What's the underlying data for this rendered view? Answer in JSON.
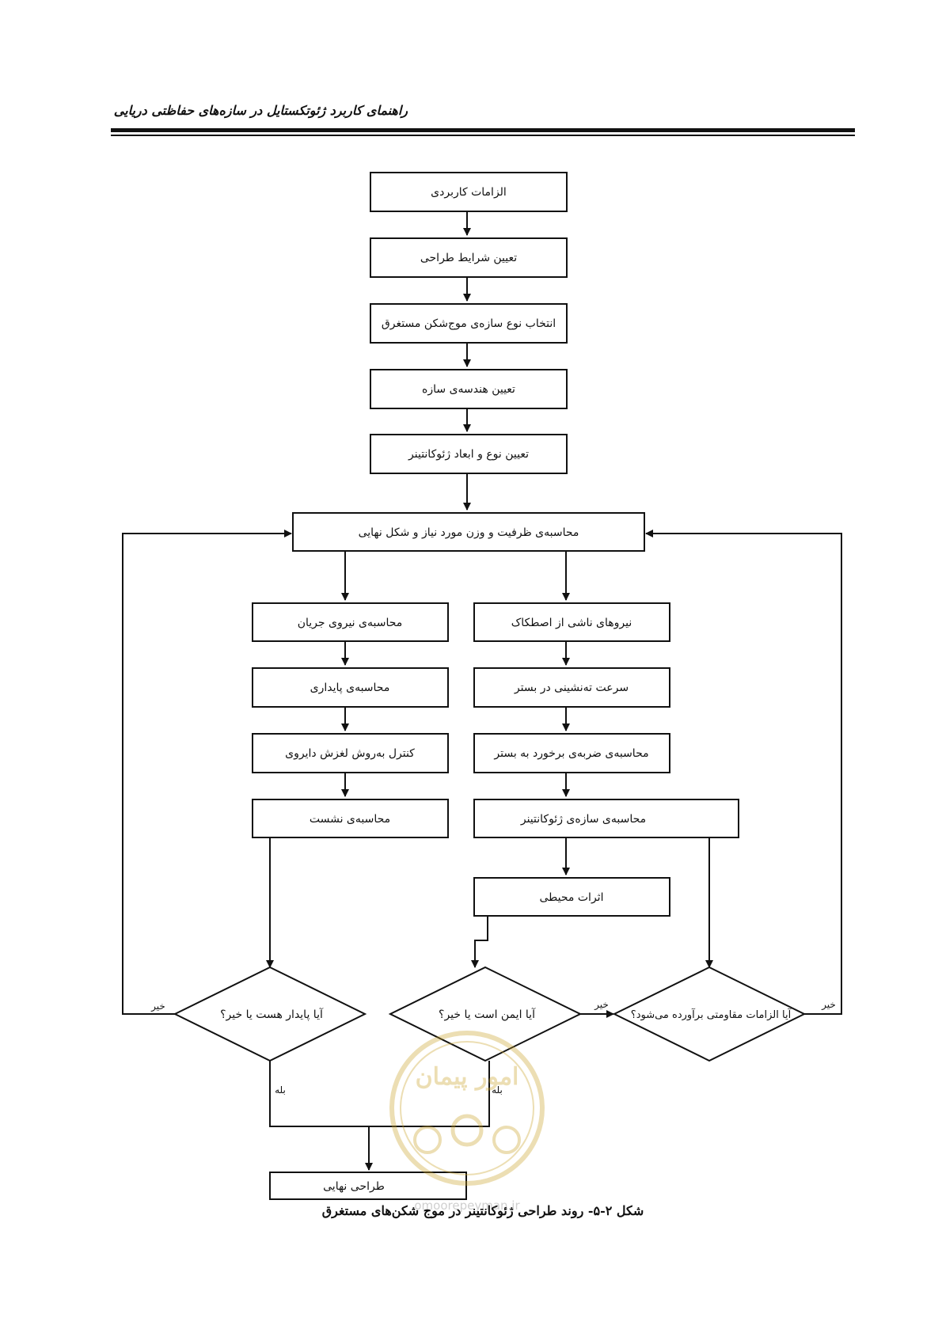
{
  "header": {
    "title": "راهنمای کاربرد ژئوتکستایل در سازه‌های حفاظتی دریایی"
  },
  "flowchart": {
    "nodes": {
      "n1": "الزامات کاربردی",
      "n2": "تعیین شرایط طراحی",
      "n3": "انتخاب نوع سازه‌ی موج‌شکن مستغرق",
      "n4": "تعیین هندسه‌ی سازه",
      "n5": "تعیین نوع و ابعاد ژئوکانتینر",
      "n6": "محاسبه‌ی ظرفیت و وزن مورد نیاز و شکل نهایی",
      "l1": "محاسبه‌ی نیروی جریان",
      "l2": "محاسبه‌ی پایداری",
      "l3": "کنترل به‌روش لغزش دایروی",
      "l4": "محاسبه‌ی نشست",
      "r1": "نیروهای ناشی از اصطکاک",
      "r2": "سرعت ته‌نشینی در بستر",
      "r3": "محاسبه‌ی ضربه‌ی برخورد به بستر",
      "r4": "محاسبه‌ی سازه‌ی ژئوکانتینر",
      "r5": "اثرات محیطی",
      "d1": "آیا پایدار هست یا خیر؟",
      "d2": "آیا ایمن است یا خیر؟",
      "d3": "آیا الزامات مقاومتی برآورده می‌شود؟",
      "final": "طراحی نهایی"
    },
    "edge_labels": {
      "no_d1": "خیر",
      "no_d2": "خیر",
      "no_d3": "خیر",
      "yes_d1": "بله",
      "yes_d2": "بله"
    }
  },
  "caption": "شکل ۲-۵- روند طراحی ژئوکانتینر در موج شکن‌های مستغرق",
  "watermark": {
    "text": "امور پیمان",
    "url": "omoorepeyman.ir"
  }
}
